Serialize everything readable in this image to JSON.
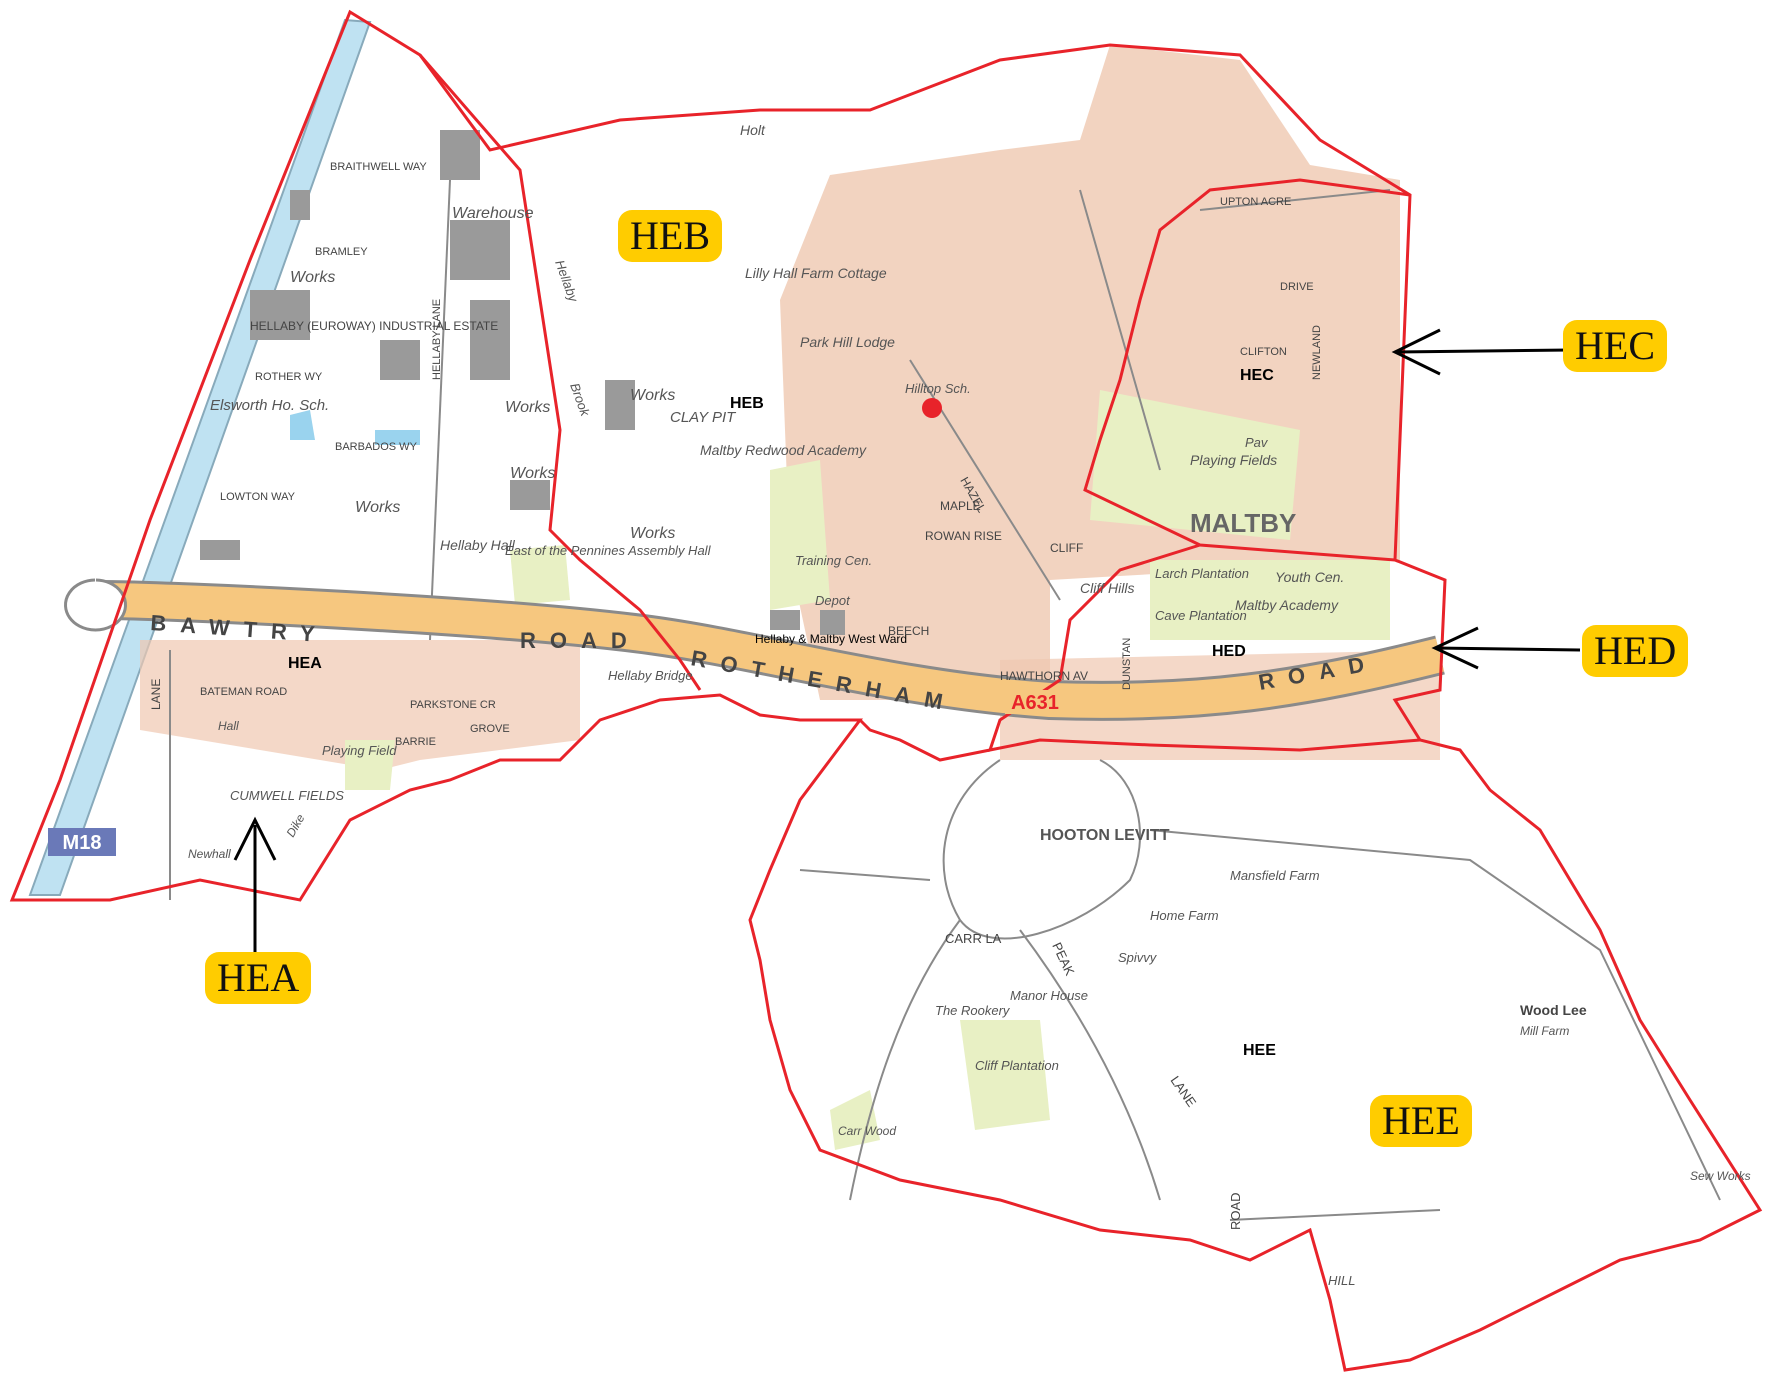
{
  "colors": {
    "boundary": "#e8232a",
    "main_road": "#f6c77f",
    "road_outline": "#8a8a8a",
    "urban": "#efc8b0",
    "park": "#e8f0c4",
    "water": "#bfe2f2",
    "building": "#9a9a9a",
    "badge": "#ffcc00"
  },
  "badges": {
    "heb": "HEB",
    "hec": "HEC",
    "hed": "HED",
    "hea": "HEA",
    "hee": "HEE"
  },
  "ward_codes": {
    "hea": "HEA",
    "heb": "HEB",
    "hec": "HEC",
    "hed": "HED",
    "hee": "HEE"
  },
  "ward_title": "Hellaby & Maltby West Ward",
  "roads": {
    "bawtry": "BAWTRY",
    "road1": "ROAD",
    "rotherham": "ROTHERHAM",
    "road2": "ROAD",
    "a631": "A631",
    "m18": "M18"
  },
  "places": {
    "works1": "Works",
    "works2": "Works",
    "works3": "Works",
    "works4": "Works",
    "works5": "Works",
    "works6": "Works",
    "warehouse": "Warehouse",
    "industrial": "HELLABY (EUROWAY) INDUSTRIAL ESTATE",
    "elsworth": "Elsworth Ho. Sch.",
    "hellaby_hall": "Hellaby Hall",
    "pennines": "East of the Pennines Assembly Hall",
    "clay_pit": "CLAY PIT",
    "redwood": "Maltby Redwood Academy",
    "park_hill": "Park Hill Lodge",
    "lilly_hall": "Lilly Hall Farm Cottage",
    "holt": "Holt",
    "hilltop": "Hilltop Sch.",
    "maltby": "MALTBY",
    "playing_fields": "Playing Fields",
    "youth": "Youth Cen.",
    "academy": "Maltby Academy",
    "larch": "Larch Plantation",
    "cave": "Cave Plantation",
    "cliff_hills": "Cliff Hills",
    "hooton": "HOOTON LEVITT",
    "mansfield": "Mansfield Farm",
    "home_farm": "Home Farm",
    "manor": "Manor House",
    "rookery": "The Rookery",
    "cliff_plant": "Cliff Plantation",
    "carr_wood": "Carr Wood",
    "wood_lee": "Wood Lee",
    "mill_farm": "Mill Farm",
    "sew_works": "Sew Works",
    "cumwell": "CUMWELL FIELDS",
    "hellaby_bridge": "Hellaby Bridge",
    "playing_field": "Playing Field",
    "training": "Training Cen.",
    "depot": "Depot",
    "hellaby_brook": "Hellaby",
    "brook": "Brook",
    "pav": "Pav",
    "spivvy": "Spivvy",
    "hill": "HILL",
    "hall": "Hall",
    "newhall": "Newhall",
    "dike": "Dike"
  },
  "streets": {
    "lane_e": "LANE",
    "peak_lane": "PEAK",
    "carr_la": "CARR LA",
    "lane_hee": "LANE",
    "road_hee": "ROAD",
    "cliff": "CLIFF",
    "hazel": "HAZEL",
    "maple": "MAPLE",
    "rowan": "ROWAN RISE",
    "beech": "BEECH",
    "hawthorn": "HAWTHORN AV",
    "dunstan": "DUNSTAN",
    "barbados": "BARBADOS WY",
    "rother": "ROTHER WY",
    "lowton": "LOWTON WAY",
    "bateman": "BATEMAN ROAD",
    "parkstone": "PARKSTONE CR",
    "grove": "GROVE",
    "barrie": "BARRIE",
    "hellaby_lane": "HELLABY LANE",
    "braithwell": "BRAITHWELL WAY",
    "newland": "NEWLAND",
    "clifton": "CLIFTON",
    "drive": "DRIVE",
    "upton_acre": "UPTON ACRE",
    "bramley": "BRAMLEY"
  }
}
